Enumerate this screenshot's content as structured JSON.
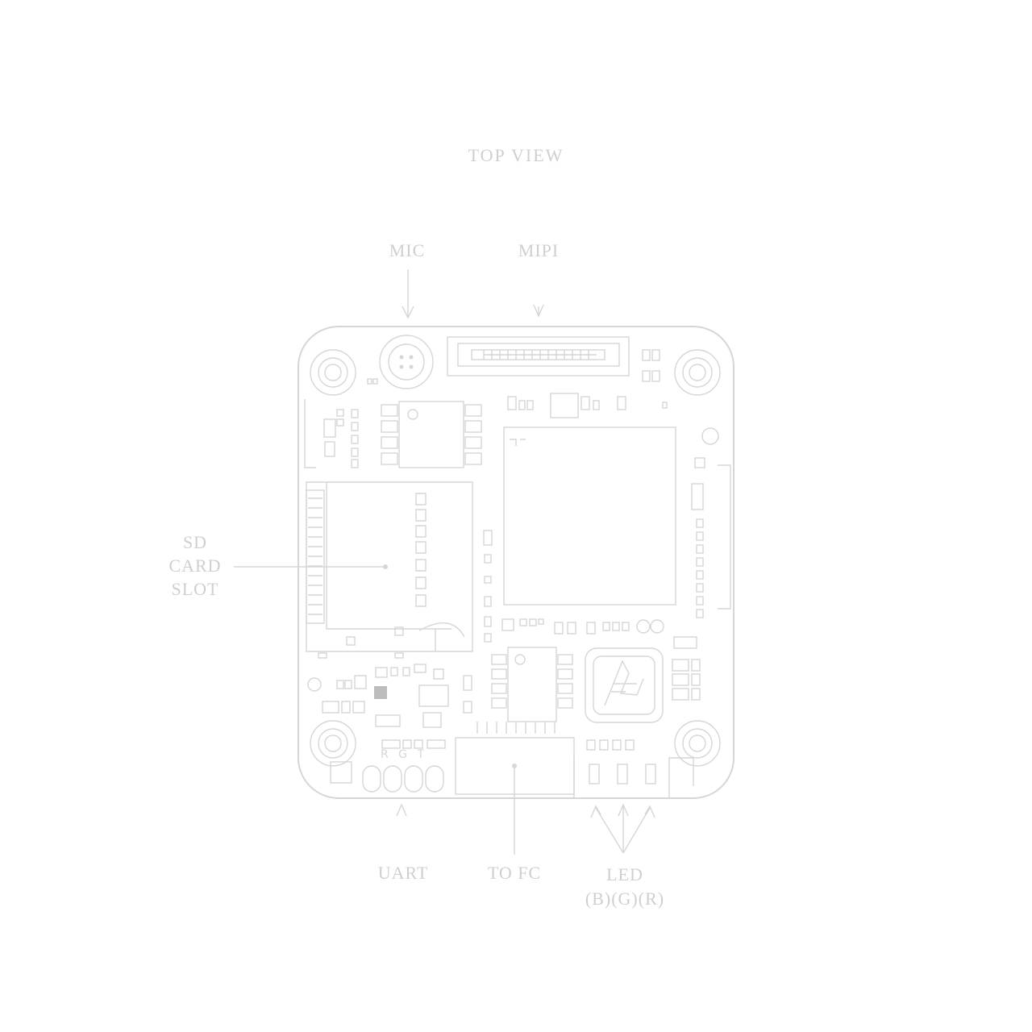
{
  "title": "TOP VIEW",
  "callouts": {
    "mic": "MIC",
    "mipi": "MIPI",
    "sd_card_slot": [
      "SD",
      "CARD",
      "SLOT"
    ],
    "uart": "UART",
    "to_fc": "TO FC",
    "led": [
      "LED",
      "(B)(G)(R)"
    ]
  },
  "board_text": {
    "uart_pins": "R G T"
  },
  "colors": {
    "background": "#ffffff",
    "line": "#d6d6d6",
    "text": "#cfcfcf"
  }
}
